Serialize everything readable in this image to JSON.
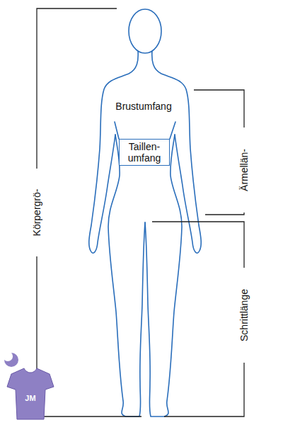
{
  "diagram": {
    "nodes": [
      {
        "text": [
          "Taillen- umfang"
        ]
      }
    ],
    "labels": [
      "Brustumfang",
      "Körpergrö-",
      "Ärmellän-",
      "Schrittlänge",
      "JM"
    ]
  }
}
